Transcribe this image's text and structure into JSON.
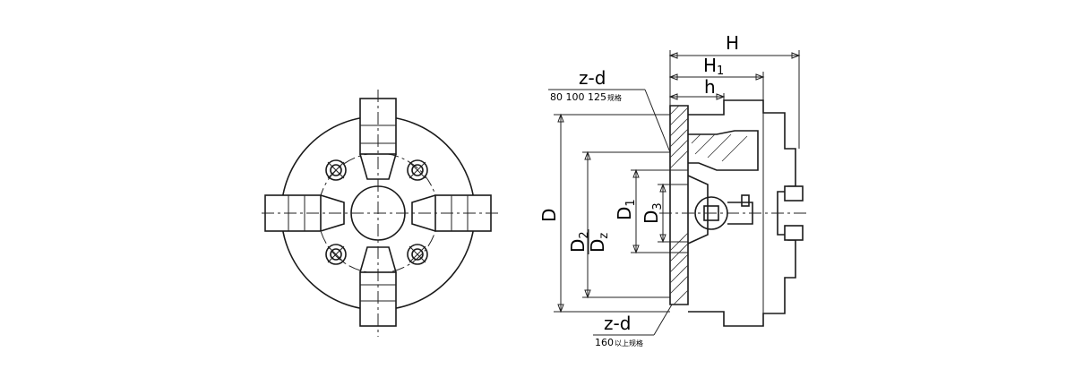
{
  "dimensions": {
    "H": "H",
    "H1": "H",
    "H1_sub": "1",
    "h": "h",
    "zd_top": "z-d",
    "zd_top_note": "80  100  125",
    "zd_top_note_tail": "规格",
    "zd_bottom": "z-d",
    "zd_bottom_note": "160",
    "zd_bottom_note_tail": "以上规格",
    "D": "D",
    "D2": "D",
    "D2_sub": "2",
    "Dz": "D",
    "Dz_sub": "z",
    "D1": "D",
    "D1_sub": "1",
    "D3": "D",
    "D3_sub": "3"
  }
}
